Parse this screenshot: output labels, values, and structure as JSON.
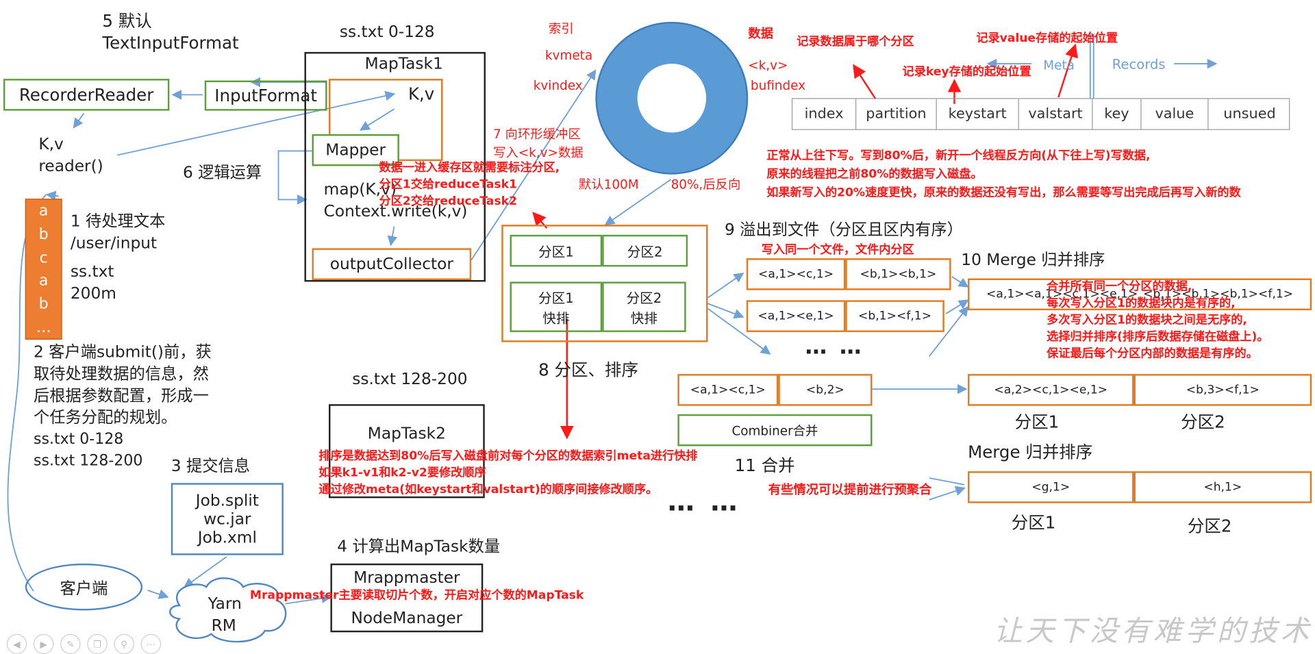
{
  "steps": {
    "s5": "5 默认",
    "s5b": "TextInputFormat",
    "s6": "6 逻辑运算",
    "s7a": "7 向环形缓冲区",
    "s7b": "写入<k,v>数据",
    "s8": "8 分区、排序",
    "s9": "9 溢出到文件（分区且区内有序）",
    "s10": "10 Merge 归并排序",
    "s11": "11 合并",
    "s1a": "1 待处理文本",
    "s1b": "/user/input",
    "s1c": "ss.txt",
    "s1d": "200m",
    "s2": [
      "2 客户端submit()前，获",
      "取待处理数据的信息，然",
      "后根据参数配置，形成一",
      "个任务分配的规划。",
      "ss.txt  0-128",
      "ss.txt  128-200"
    ],
    "s3": "3 提交信息",
    "s4": "4 计算出MapTask数量",
    "merge2": "Merge 归并排序"
  },
  "boxes": {
    "recorder_reader": "RecorderReader",
    "input_format": "InputFormat",
    "kv1": "K,v",
    "reader": "reader()",
    "ss_first": "ss.txt 0-128",
    "maptask1": "MapTask1",
    "kv2": "K,v",
    "mapper": "Mapper",
    "map_fn": "map(K,v)",
    "context_write": "Context.write(k,v)",
    "output_collector": "outputCollector",
    "ss_second": "ss.txt 128-200",
    "maptask2": "MapTask2",
    "job_split": "Job.split",
    "wc_jar": "wc.jar",
    "job_xml": "Job.xml",
    "client": "客户端",
    "yarn": "Yarn",
    "rm": "RM",
    "mrappmaster": "Mrappmaster",
    "nodemanager": "NodeManager",
    "file_letters": [
      "a",
      "b",
      "c",
      "a",
      "b",
      "…"
    ]
  },
  "buffer": {
    "index_label": "索引",
    "kvmeta": "kvmeta",
    "kvindex": "kvindex",
    "data_label": "数据",
    "kv_label": "<k,v>",
    "bufindex": "bufindex",
    "default_size": "默认100M",
    "reverse": "80%,后反向"
  },
  "meta": {
    "cells": [
      "index",
      "partition",
      "keystart",
      "valstart",
      "key",
      "value",
      "unsued"
    ],
    "meta_label": "Meta",
    "records_label": "Records"
  },
  "partitions": {
    "p1": "分区1",
    "p2": "分区2",
    "p1_sort": "分区1",
    "p2_sort": "分区2",
    "sort_word": "快排"
  },
  "spill": {
    "r1a": "<a,1><c,1>",
    "r1b": "<b,1><b,1>",
    "r2a": "<a,1><e,1>",
    "r2b": "<b,1><f,1>",
    "dots": "… …",
    "merged_left": "<a,1><a,1><c,1><e,1>",
    "merged_right": "<b,1><b,1><b,1><f,1>",
    "comb_a": "<a,1><c,1>",
    "comb_b": "<b,2>",
    "combiner": "Combiner合并",
    "res_a": "<a,2><c,1><e,1>",
    "res_b": "<b,3><f,1>",
    "res_p1": "分区1",
    "res_p2": "分区2",
    "big_dots": "… …",
    "g1": "<g,1>",
    "h1": "<h,1>",
    "bot_p1": "分区1",
    "bot_p2": "分区2"
  },
  "notes": {
    "part_tag": [
      "数据一进入缓存区就需要标注分区,",
      "分区1交给reduceTask1",
      "分区2交给reduceTask2"
    ],
    "meta_part": "记录数据属于哪个分区",
    "meta_val": "记录value存储的起始位置",
    "meta_key": "记录key存储的起始位置",
    "write_dir": [
      "正常从上往下写。写到80%后，新开一个线程反方向(从下往上写)写数据,",
      "原来的线程把之前80%的数据写入磁盘。",
      "如果新写入的20%速度更快，原来的数据还没有写出，那么需要等写出完成后再写入新的数"
    ],
    "spill_same": "写入同一个文件，文件内分区",
    "merge_note": [
      "合并所有同一个分区的数据,",
      "每次写入分区1的数据块内是有序的,",
      "多次写入分区1的数据块之间是无序的,",
      "选择归并排序(排序后数据存储在磁盘上)。",
      "保证最后每个分区内部的数据是有序的。"
    ],
    "sort_note": [
      "排序是数据达到80%后写入磁盘前对每个分区的数据索引meta进行快排",
      "如果k1-v1和k2-v2要修改顺序",
      "通过修改meta(如keystart和valstart)的顺序间接修改顺序。"
    ],
    "combine_note": "有些情况可以提前进行预聚合",
    "mrapp_note": "Mrappmaster主要读取切片个数，开启对应个数的MapTask"
  },
  "watermark": "让天下没有难学的技术",
  "colors": {
    "green": "#5e9e3a",
    "orange": "#e07b22",
    "blue": "#4f86c6",
    "red": "#ff1a1a",
    "ring": "#5b9bd5"
  },
  "icons": [
    "circle-back-icon",
    "circle-forward-icon",
    "pen-icon",
    "copy-icon",
    "zoom-icon",
    "more-icon"
  ]
}
